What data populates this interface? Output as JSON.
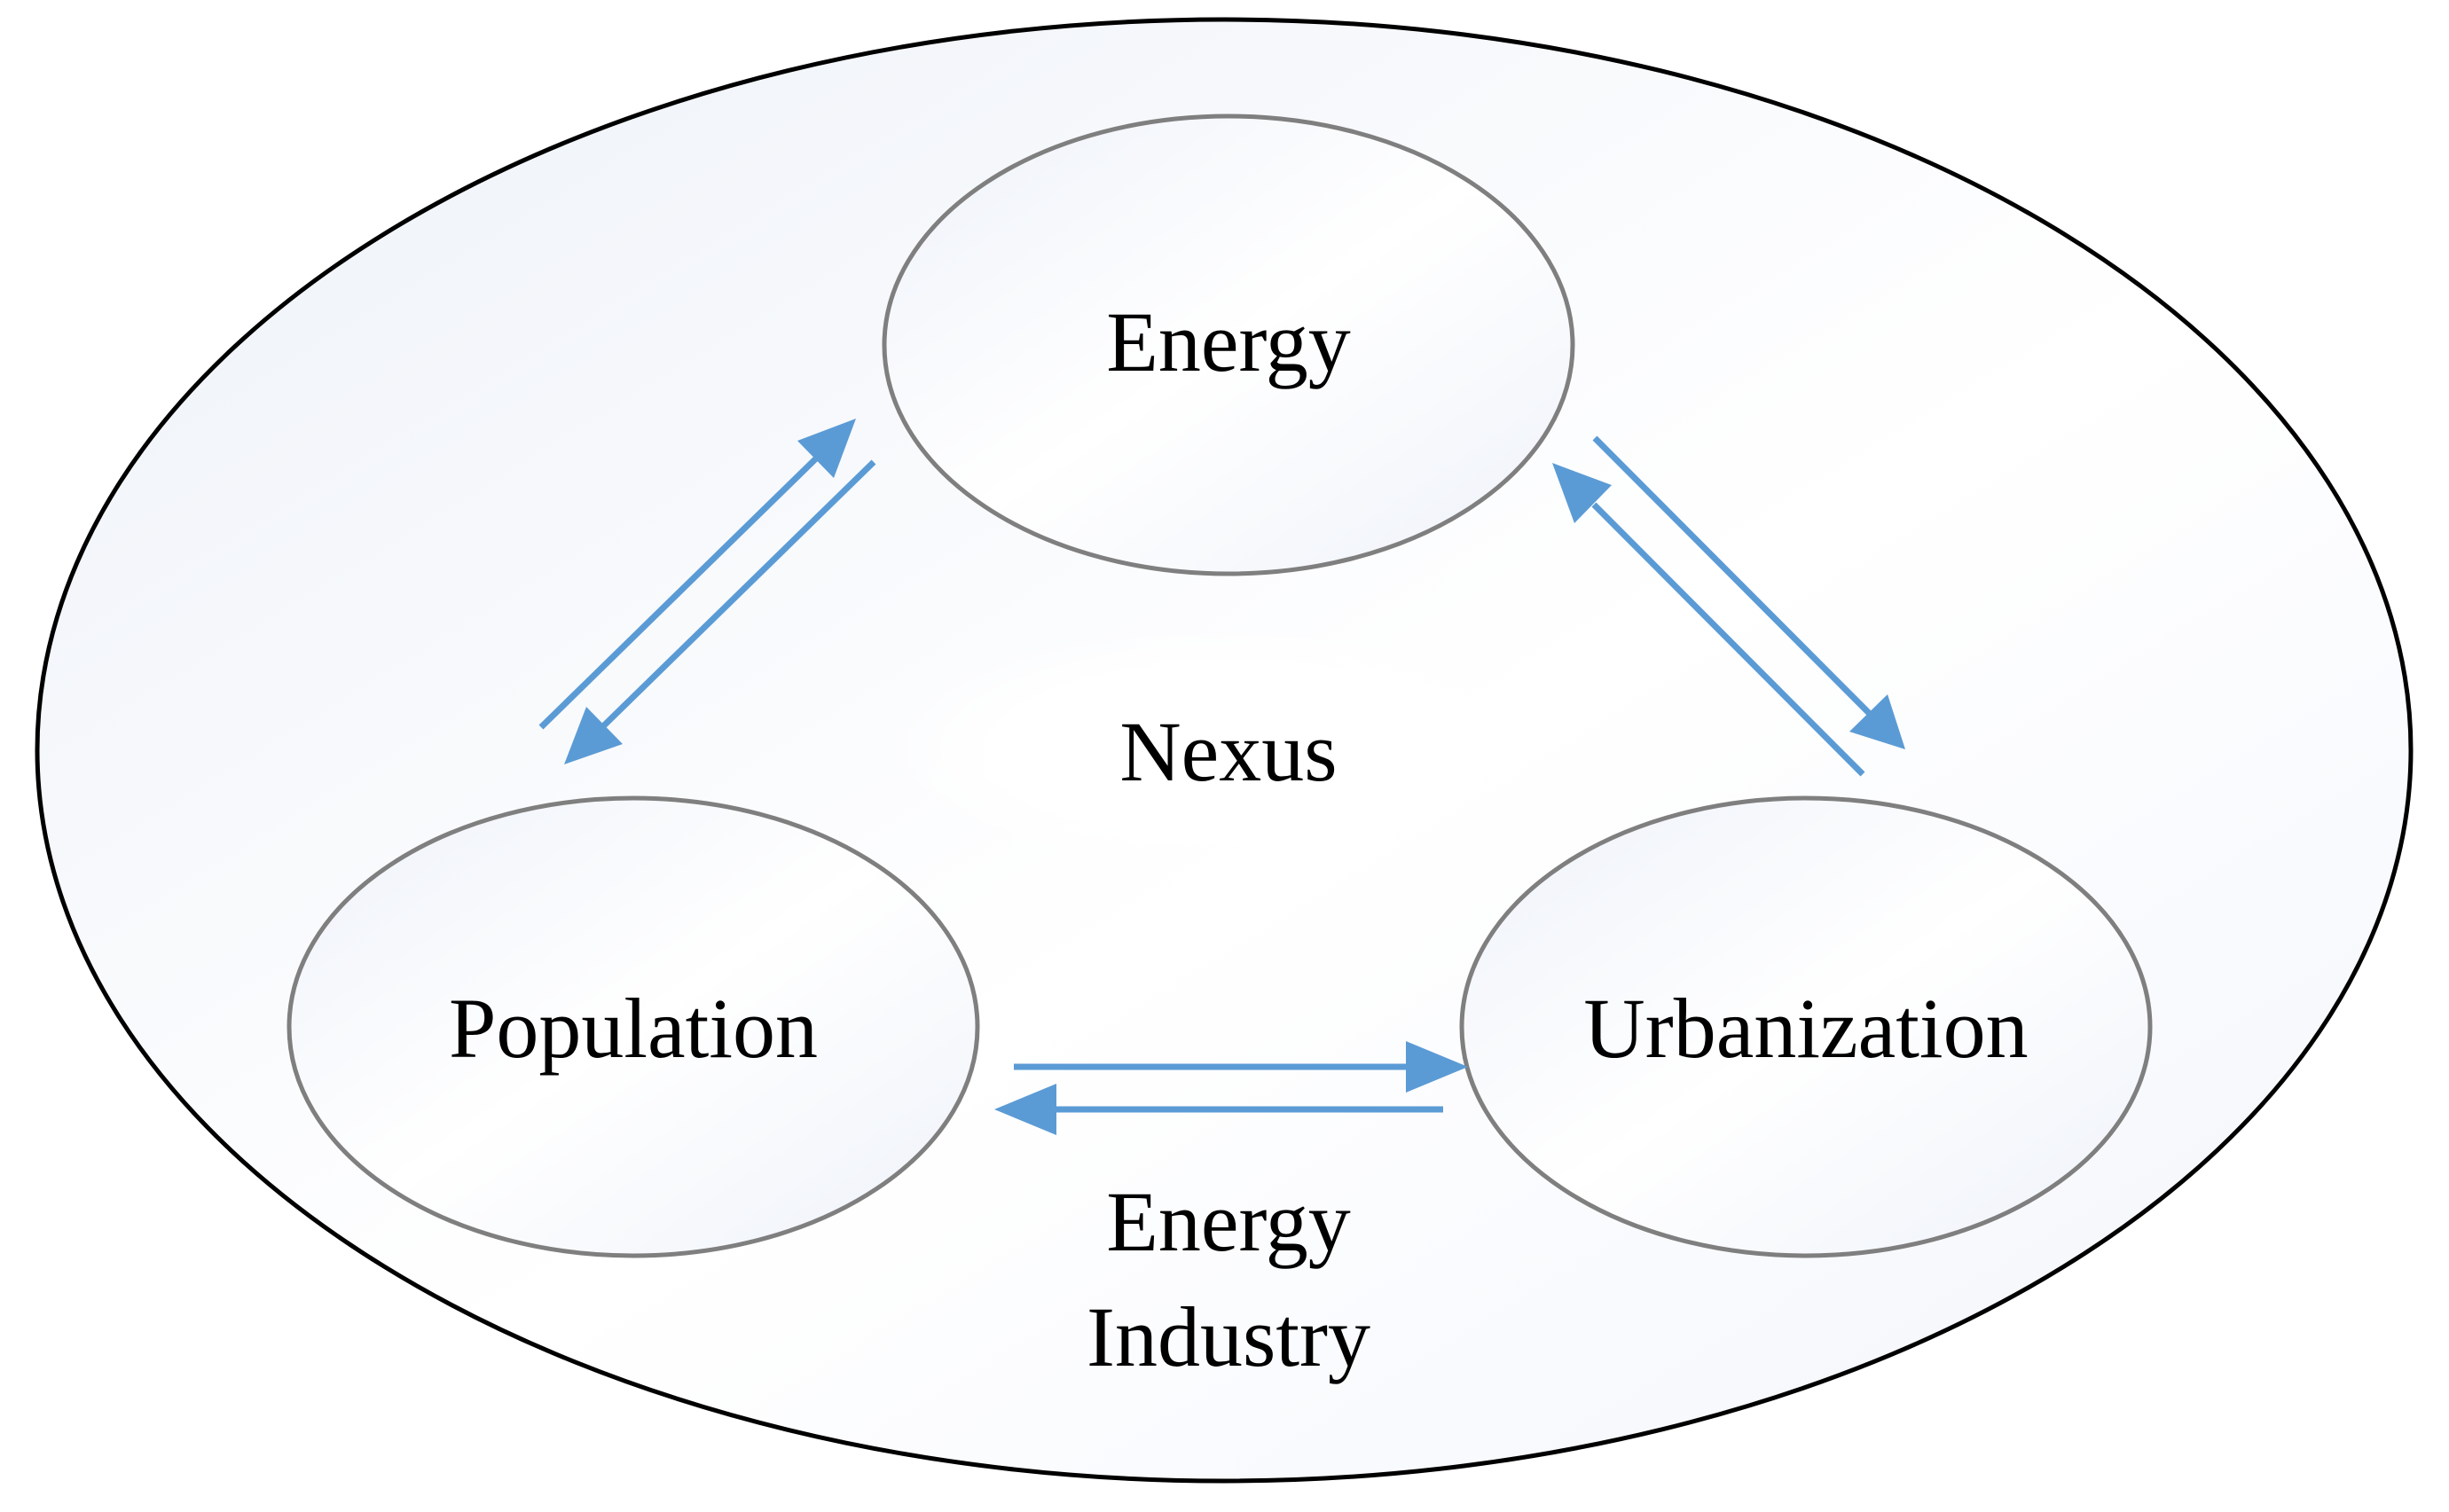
{
  "diagram": {
    "center_label": "Nexus",
    "footer_label_line1": "Energy",
    "footer_label_line2": "Industry",
    "nodes": {
      "energy": "Energy",
      "population": "Population",
      "urbanization": "Urbanization"
    },
    "colors": {
      "arrow": "#5b9bd5",
      "outer_stroke": "#000000",
      "node_stroke": "#7f7f7f",
      "fill_light": "#eef2f9"
    },
    "connections": [
      {
        "from": "population",
        "to": "energy",
        "direction": "bidirectional"
      },
      {
        "from": "energy",
        "to": "urbanization",
        "direction": "bidirectional"
      },
      {
        "from": "population",
        "to": "urbanization",
        "direction": "bidirectional"
      }
    ]
  }
}
